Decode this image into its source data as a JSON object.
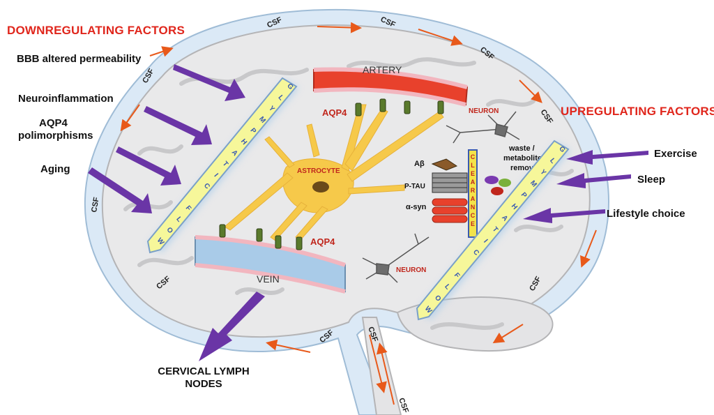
{
  "headings": {
    "down": "DOWNREGULATING FACTORS",
    "up": "UPREGULATING FACTORS"
  },
  "down_factors": [
    "BBB altered permeability",
    "Neuroinflammation",
    "AQP4",
    "polimorphisms",
    "Aging"
  ],
  "up_factors": [
    "Exercise",
    "Sleep",
    "Lifestyle choice"
  ],
  "structures": {
    "artery": "ARTERY",
    "vein": "VEIN",
    "astrocyte": "ASTROCYTE",
    "aqp4": "AQP4",
    "neuron": "NEURON"
  },
  "csf_label": "CSF",
  "flow_text": "GLYMPHATIC FLOW",
  "clearance_text": "CLEARANCE",
  "proteins": {
    "abeta": "Aβ",
    "ptau": "P-TAU",
    "asyn": "α-syn"
  },
  "waste": [
    "waste /",
    "metabolite",
    "removal"
  ],
  "lymph": [
    "CERVICAL LYMPH",
    "NODES"
  ],
  "colors": {
    "heading_red": "#e0261c",
    "arrow_purple": "#6a35a6",
    "csf_orange": "#e8591a",
    "artery_red": "#e8412c",
    "vein_blue": "#a9cbe8",
    "astrocyte_yellow": "#f6c94a",
    "flow_yellow": "#f6f79a",
    "aqp4_green": "#5a7a2c"
  }
}
